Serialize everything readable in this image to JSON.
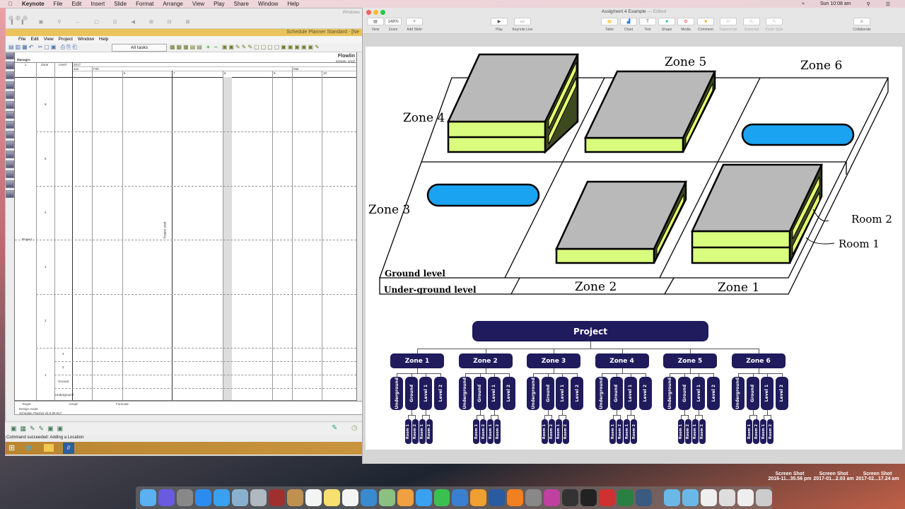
{
  "menubar": {
    "app": "Keynote",
    "items": [
      "File",
      "Edit",
      "Insert",
      "Slide",
      "Format",
      "Arrange",
      "View",
      "Play",
      "Share",
      "Window",
      "Help"
    ],
    "clock": "Sun 10:08 am"
  },
  "vm": {
    "window_label": "Windows",
    "title": "Schedule Planner Standard - [Ne",
    "menu": [
      "File",
      "Edit",
      "View",
      "Project",
      "Window",
      "Help"
    ],
    "filter": "All tasks",
    "header": {
      "manager": "Manager:",
      "brand": "Flowlin",
      "version": "version: 2/12/",
      "col1": "1",
      "col_zone": "Zone",
      "col_level": "Level",
      "year": "2017",
      "months": [
        "Jan",
        "Feb",
        "Mar"
      ],
      "weeks": [
        "6",
        "7",
        "8",
        "9",
        "10"
      ]
    },
    "project": "Project",
    "zones": [
      "6",
      "5",
      "4",
      "3",
      "2",
      "1"
    ],
    "levels": [
      "4",
      "3",
      "Ground",
      "Underground"
    ],
    "project_start": "Project start",
    "legend": {
      "target": "Target:",
      "actual": "Actual:",
      "forecast": "Forecast:"
    },
    "mode": "Design mode",
    "app_version": "Schedule Planner v5.0.80.617",
    "status": "Command succeeded: Adding a Location"
  },
  "keynote": {
    "title": "Assigment 4 Example",
    "edited": "— Edited",
    "zoom": "148%",
    "toolbar": [
      {
        "icon": "view-icon",
        "label": "View"
      },
      {
        "icon": "zoom-icon",
        "label": "Zoom"
      },
      {
        "icon": "plus-icon",
        "label": "Add Slide"
      },
      {
        "icon": "play-icon",
        "label": "Play"
      },
      {
        "icon": "keynote-live-icon",
        "label": "Keynote Live"
      },
      {
        "icon": "table-icon",
        "label": "Table"
      },
      {
        "icon": "chart-icon",
        "label": "Chart"
      },
      {
        "icon": "text-icon",
        "label": "Text"
      },
      {
        "icon": "shape-icon",
        "label": "Shape"
      },
      {
        "icon": "media-icon",
        "label": "Media"
      },
      {
        "icon": "comment-icon",
        "label": "Comment"
      },
      {
        "icon": "superscript-icon",
        "label": "Superscript"
      },
      {
        "icon": "subscript-icon",
        "label": "Subscript"
      },
      {
        "icon": "paste-style-icon",
        "label": "Paste Style"
      },
      {
        "icon": "collaborate-icon",
        "label": "Collaborate"
      }
    ]
  },
  "diagram": {
    "zones": [
      "Zone 1",
      "Zone 2",
      "Zone 3",
      "Zone 4",
      "Zone 5",
      "Zone 6"
    ],
    "room1": "Room 1",
    "room2": "Room 2",
    "ground": "Ground level",
    "underground": "Under-ground level",
    "colors": {
      "box_top": "#b9b9b9",
      "box_front": "#d9fb7e",
      "pill": "#1aa3f0",
      "org": "#1f1b5c"
    }
  },
  "org": {
    "root": "Project",
    "zones": [
      "Zone 1",
      "Zone 2",
      "Zone 3",
      "Zone 4",
      "Zone 5",
      "Zone 6"
    ],
    "levels": [
      "Underground",
      "Ground",
      "Level 1",
      "Level 2"
    ],
    "rooms": [
      "Room 1",
      "Room 2"
    ]
  },
  "desktop": {
    "screenshots": [
      {
        "name": "Screen Shot",
        "date": "2016-11...35.56 pm"
      },
      {
        "name": "Screen Shot",
        "date": "2017-01...2.03 am"
      },
      {
        "name": "Screen Shot",
        "date": "2017-02...17.24 am"
      }
    ]
  }
}
